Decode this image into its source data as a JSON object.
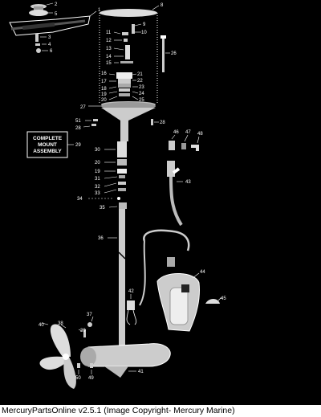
{
  "caption": "MercuryPartsOnline v2.5.1 (Image Copyright- Mercury Marine)",
  "assembly_box": {
    "line1": "COMPLETE",
    "line2": "MOUNT",
    "line3": "ASSEMBLY"
  },
  "callouts": {
    "c1": "1",
    "c2": "2",
    "c3": "3",
    "c4": "4",
    "c5": "5",
    "c6": "6",
    "c8": "8",
    "c9": "9",
    "c10": "10",
    "c11": "11",
    "c12": "12",
    "c13": "13",
    "c14": "14",
    "c15": "15",
    "c16": "16",
    "c17": "17",
    "c18": "18",
    "c19a": "19",
    "c20a": "20",
    "c21": "21",
    "c22": "22",
    "c23": "23",
    "c24": "24",
    "c25": "25",
    "c26": "26",
    "c27": "27",
    "c28a": "28",
    "c28b": "28",
    "c29": "29",
    "c30": "30",
    "c20b": "20",
    "c19b": "19",
    "c31": "31",
    "c32": "32",
    "c33": "33",
    "c34": "34",
    "c35": "35",
    "c36": "36",
    "c37": "37",
    "c38": "38",
    "c39": "39",
    "c40": "40",
    "c41": "41",
    "c42": "42",
    "c43": "43",
    "c44": "44",
    "c45": "45",
    "c46": "46",
    "c47": "47",
    "c48": "48",
    "c49": "49",
    "c50": "50",
    "c51": "51"
  },
  "colors": {
    "background": "#000000",
    "line_art": "#ffffff",
    "caption_bg": "#ffffff",
    "caption_text": "#000000"
  }
}
